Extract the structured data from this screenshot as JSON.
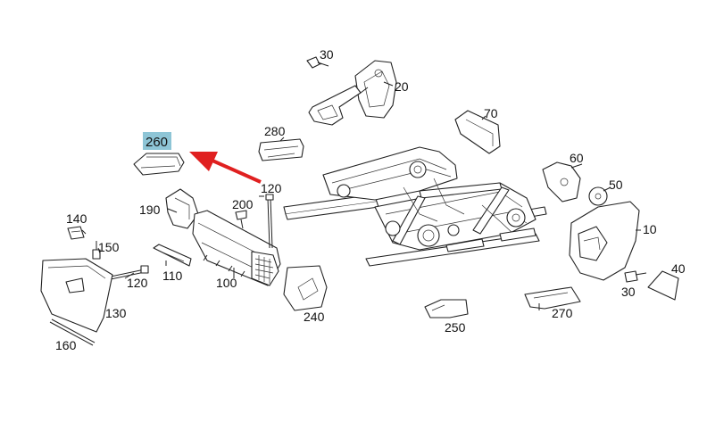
{
  "highlight": {
    "label": "260",
    "box_color": "#8ec5d6",
    "arrow_color": "#e02020"
  },
  "callouts": [
    {
      "id": "c30a",
      "label": "30"
    },
    {
      "id": "c20",
      "label": "20"
    },
    {
      "id": "c70",
      "label": "70"
    },
    {
      "id": "c280",
      "label": "280"
    },
    {
      "id": "c60",
      "label": "60"
    },
    {
      "id": "c50",
      "label": "50"
    },
    {
      "id": "c10",
      "label": "10"
    },
    {
      "id": "c120a",
      "label": "120"
    },
    {
      "id": "c200",
      "label": "200"
    },
    {
      "id": "c190",
      "label": "190"
    },
    {
      "id": "c140",
      "label": "140"
    },
    {
      "id": "c150",
      "label": "150"
    },
    {
      "id": "c120b",
      "label": "120"
    },
    {
      "id": "c110",
      "label": "110"
    },
    {
      "id": "c100",
      "label": "100"
    },
    {
      "id": "c130",
      "label": "130"
    },
    {
      "id": "c160",
      "label": "160"
    },
    {
      "id": "c240",
      "label": "240"
    },
    {
      "id": "c250",
      "label": "250"
    },
    {
      "id": "c270",
      "label": "270"
    },
    {
      "id": "c40",
      "label": "40"
    },
    {
      "id": "c30b",
      "label": "30"
    }
  ]
}
